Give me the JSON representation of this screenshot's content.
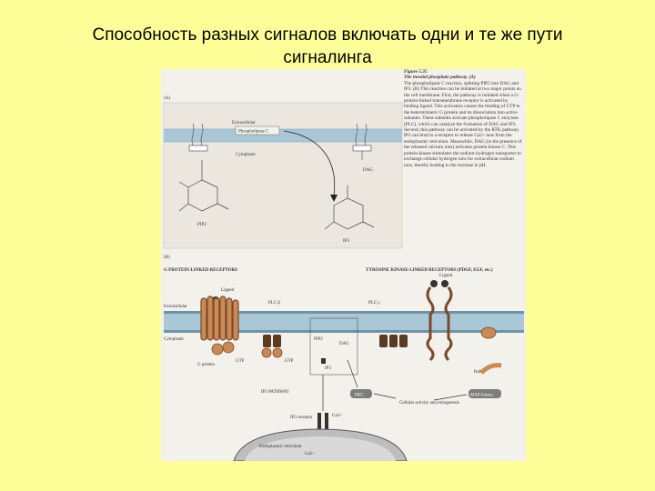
{
  "slide": {
    "title_line1": "Способность разных сигналов включать одни и те же пути",
    "title_line2": "сигналинга"
  },
  "colors": {
    "background": "#ffff99",
    "membrane": "#a9c7d6",
    "receptor": "#c98a58",
    "protein": "#5a3a24",
    "figure_bg": "#f3f1ec"
  },
  "figure": {
    "caption_title": "Figure 5.35",
    "caption_subtitle": "The inositol phosphate pathway. (A)",
    "caption_body": "The phospholipase C reaction, splitting PIP2 into DAG and IP3. (B) This reaction can be initiated at two major points on the cell membrane. First, the pathway is initiated when a G-protein-linked transmembrane receptor is activated by binding ligand. This activation causes the binding of GTP to the heterotrimeric G protein and its dissociation into active subunits. These subunits activate phospholipase C enzymes (PLC), which can catalyze the formation of DAG and IP3. Second, this pathway can be activated by the RTK pathway. IP3 can bind to a receptor to release Ca2+ ions from the endoplasmic reticulum. Meanwhile, DAG (in the presence of the released calcium ions) activates protein kinase C. This protein kinase stimulates the sodium-hydrogen transporter to exchange cellular hydrogen ions for extracellular sodium ions, thereby leading to the increase in pH.",
    "panel_a": {
      "label": "(A)",
      "extracellular": "Extracellular",
      "enzyme": "Phospholipase C",
      "cytoplasm": "Cytoplasm",
      "dag": "DAG",
      "pip2": "PIP2",
      "ip3": "IP3"
    },
    "panel_b": {
      "label": "(B)",
      "left_header": "G PROTEIN-LINKED RECEPTORS",
      "right_header": "TYROSINE KINASE-LINKED RECEPTORS (PDGF, EGF, etc.)",
      "ligand_left": "Ligand",
      "ligand_right": "Ligand",
      "extracellular": "Extracellular",
      "cytoplasm": "Cytoplasm",
      "plc_beta": "PLC β",
      "plc_gamma": "PLC γ",
      "g_protein": "G protein",
      "gtp1": "GTP",
      "gtp2": "GTP",
      "pip2": "PIP2",
      "dag": "DAG",
      "ip3_small": "IP3",
      "ip3_pathway": "IP3 PATHWAY",
      "pkc": "PKC",
      "cellular_activity": "Cellular activity and mitogenesis",
      "raf": "Raf",
      "map_kinase": "MAP kinase",
      "ip3_receptor": "IP3 receptor",
      "ca_top": "Ca2+",
      "ca_bottom": "Ca2+",
      "er": "Endoplasmic reticulum"
    }
  }
}
